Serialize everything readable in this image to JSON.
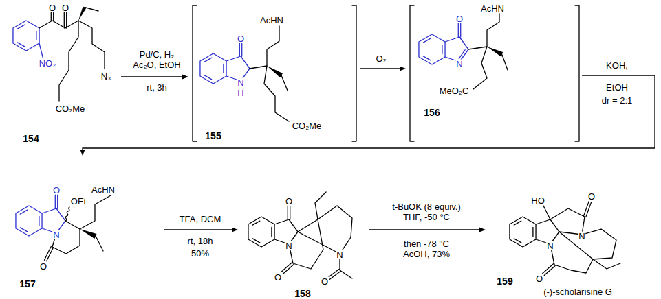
{
  "diagram": {
    "nodes": [
      {
        "text": [
          "154"
        ]
      },
      {
        "text": [
          "155"
        ]
      },
      {
        "text": [
          "156"
        ]
      },
      {
        "text": [
          "157"
        ]
      },
      {
        "text": [
          "158"
        ]
      },
      {
        "text": [
          "159",
          "(-)-scholarisine G"
        ]
      }
    ],
    "edges": [
      {
        "from": 0,
        "to": 1,
        "arrow": "to",
        "label": "Pd/C, H₂ Ac₂O, EtOH"
      },
      {
        "from": 1,
        "to": 2,
        "arrow": "to",
        "label": "O₂"
      },
      {
        "from": 2,
        "to": 3,
        "arrow": "to",
        "label": "KOH,"
      },
      {
        "from": 3,
        "to": 4,
        "arrow": "to",
        "label": "TFA, DCM"
      },
      {
        "from": 4,
        "to": 5,
        "arrow": "to",
        "label": "t-BuOK (8 equiv.) THF, -50 °C"
      }
    ],
    "labels": [
      "O",
      "O",
      "NO₂",
      "N₃",
      "CO₂Me",
      "rt, 3h",
      "O",
      "N",
      "H",
      "AcHN",
      "CO₂Me",
      "O",
      "N",
      "AcHN",
      "MeO₂C",
      "EtOH",
      "dr = 2:1",
      "O",
      "OEt",
      "AcHN",
      "N",
      "O",
      "rt, 18h",
      "50%",
      "O",
      "N",
      "O",
      "N",
      "O",
      "then -78 °C AcOH, 73%",
      "HO",
      "O",
      "N",
      "N",
      "O"
    ]
  }
}
